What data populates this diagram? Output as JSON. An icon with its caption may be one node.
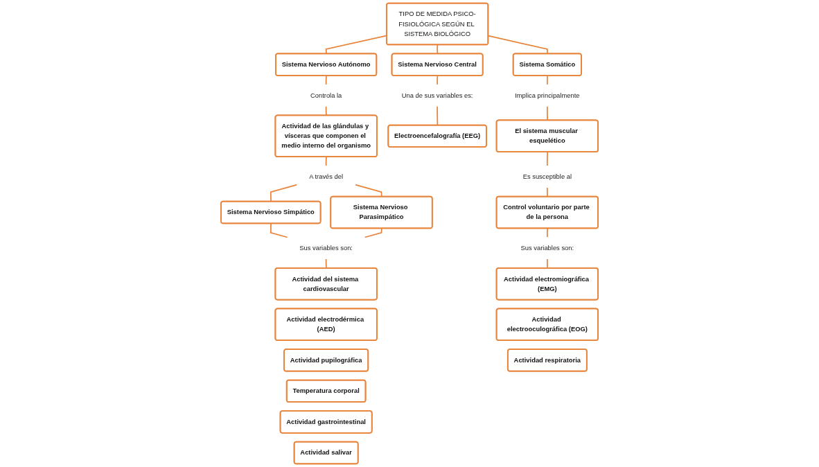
{
  "diagram": {
    "nodes": [
      {
        "text": [
          "TIPO DE MEDIDA PSICO-FISIOLÓGICA SEGÚN EL SISTEMA BIOLÓGICO"
        ]
      },
      {
        "text": [
          "Sistema Nervioso Autónomo"
        ]
      },
      {
        "text": [
          "Sistema Nervioso Central"
        ]
      },
      {
        "text": [
          "Sistema Somático"
        ]
      },
      {
        "text": [
          "Controla la"
        ]
      },
      {
        "text": [
          "Actividad de las glándulas y vísceras que componen el medio interno del organismo"
        ]
      },
      {
        "text": [
          "A través del"
        ]
      },
      {
        "text": [
          "Sistema Nervioso Simpático"
        ]
      },
      {
        "text": [
          "Sistema Nervioso Parasimpático"
        ]
      },
      {
        "text": [
          "Sus variables son:"
        ]
      },
      {
        "text": [
          "Actividad del sistema cardiovascular"
        ]
      },
      {
        "text": [
          "Actividad electrodérmica (AED)"
        ]
      },
      {
        "text": [
          "Actividad pupilográfica"
        ]
      },
      {
        "text": [
          "Temperatura corporal"
        ]
      },
      {
        "text": [
          "Actividad gastrointestinal"
        ]
      },
      {
        "text": [
          "Actividad salivar"
        ]
      },
      {
        "text": [
          "Una de sus variables es:"
        ]
      },
      {
        "text": [
          "Electroencefalografía (EEG)"
        ]
      },
      {
        "text": [
          "Implica principalmente"
        ]
      },
      {
        "text": [
          "El sistema muscular esquelético"
        ]
      },
      {
        "text": [
          "Es susceptible al"
        ]
      },
      {
        "text": [
          "Control voluntario por parte de la persona"
        ]
      },
      {
        "text": [
          "Sus variables son:"
        ]
      },
      {
        "text": [
          "Actividad electromiográfica (EMG)"
        ]
      },
      {
        "text": [
          "Actividad electrooculográfica (EOG)"
        ]
      },
      {
        "text": [
          "Actividad respiratoria"
        ]
      }
    ],
    "edges": [
      {
        "from": 0,
        "to": 1,
        "arrow": "none"
      },
      {
        "from": 0,
        "to": 2,
        "arrow": "none"
      },
      {
        "from": 0,
        "to": 3,
        "arrow": "none"
      },
      {
        "from": 1,
        "to": 4,
        "arrow": "none"
      },
      {
        "from": 4,
        "to": 5,
        "arrow": "none"
      },
      {
        "from": 5,
        "to": 6,
        "arrow": "none"
      },
      {
        "from": 6,
        "to": 7,
        "arrow": "none"
      },
      {
        "from": 6,
        "to": 8,
        "arrow": "none"
      },
      {
        "from": 7,
        "to": 9,
        "arrow": "none"
      },
      {
        "from": 8,
        "to": 9,
        "arrow": "none"
      },
      {
        "from": 9,
        "to": 10,
        "arrow": "none"
      },
      {
        "from": 2,
        "to": 16,
        "arrow": "none"
      },
      {
        "from": 16,
        "to": 17,
        "arrow": "none"
      },
      {
        "from": 3,
        "to": 18,
        "arrow": "none"
      },
      {
        "from": 18,
        "to": 19,
        "arrow": "none"
      },
      {
        "from": 19,
        "to": 20,
        "arrow": "none"
      },
      {
        "from": 20,
        "to": 21,
        "arrow": "none"
      },
      {
        "from": 21,
        "to": 22,
        "arrow": "none"
      },
      {
        "from": 22,
        "to": 23,
        "arrow": "none"
      }
    ]
  }
}
